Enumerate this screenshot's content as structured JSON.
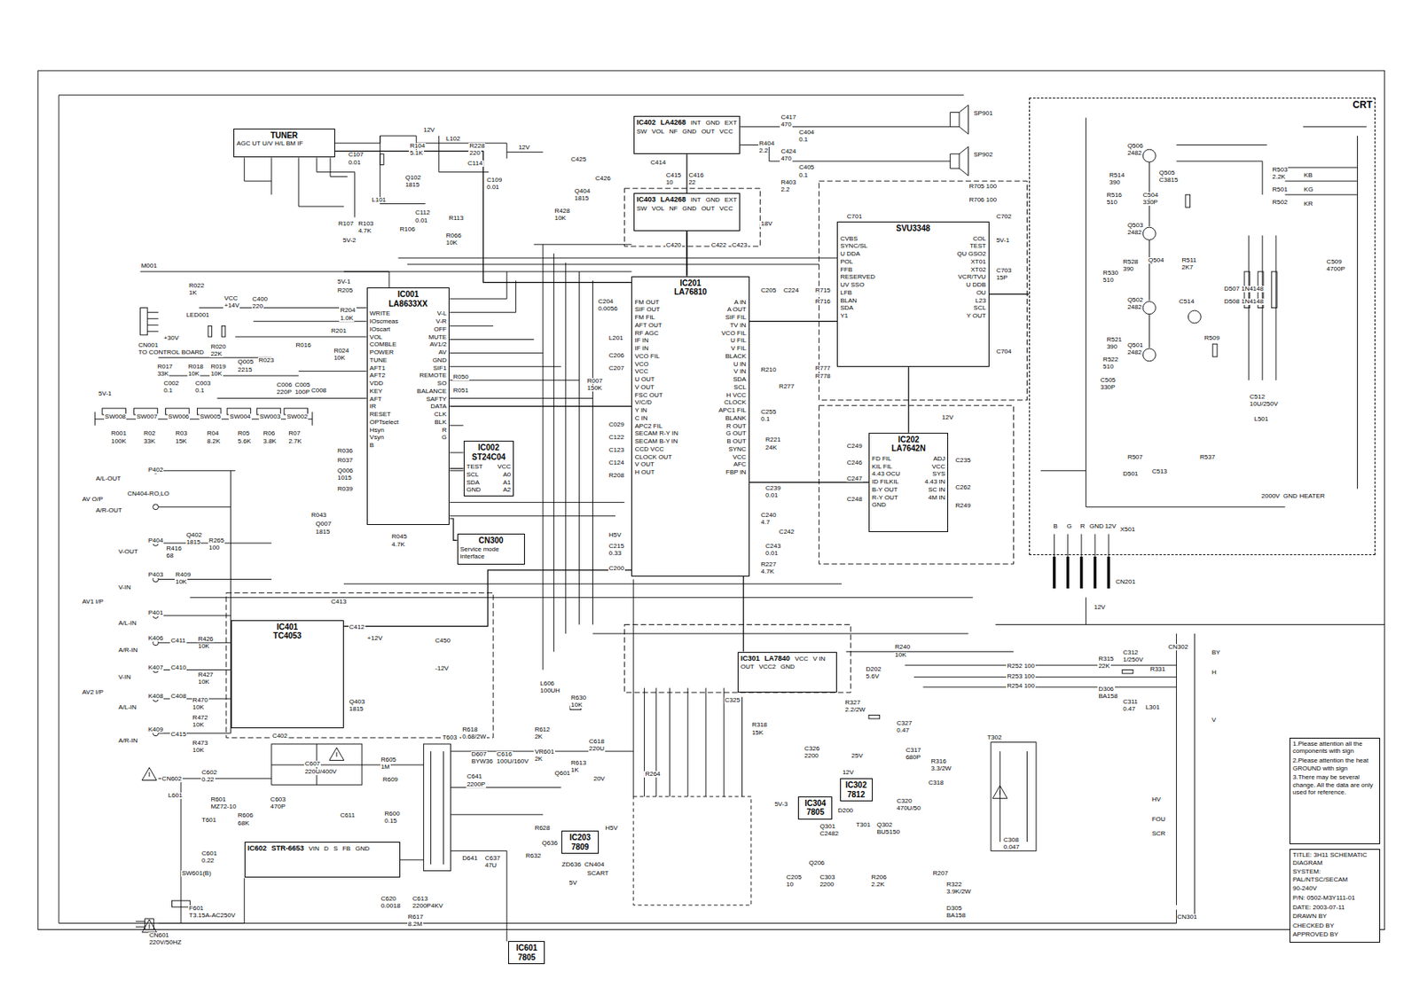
{
  "diagram": {
    "nodes": [
      {
        "text": [
          "TUNER",
          "AGC UT U/V H/L BM IF"
        ]
      },
      {
        "text": [
          "IC402",
          "LA4268",
          "INT",
          "GND",
          "EXT",
          "SW",
          "VOL",
          "NF",
          "GND",
          "OUT",
          "VCC"
        ]
      },
      {
        "text": [
          "IC403",
          "LA4268",
          "INT",
          "GND",
          "EXT",
          "SW",
          "VOL",
          "NF",
          "GND",
          "OUT",
          "VCC"
        ]
      },
      {
        "text": [
          "IC001",
          "LA8633XX",
          "WRITE",
          "V-L",
          "IOscmeas",
          "V-R",
          "IOscart",
          "OFF",
          "VOL",
          "MUTE",
          "COMBLE",
          "AV1/2",
          "POWER",
          "AV",
          "TUNE",
          "GND",
          "AFT1",
          "SIF1",
          "AFT2",
          "REMOTE",
          "VDD",
          "SO",
          "KEY",
          "BALANCE",
          "AFT",
          "SAFTY",
          "IR",
          "DATA",
          "RESET",
          "CLK",
          "OPTselect",
          "BLK",
          "Hsyn",
          "R",
          "Vsyn",
          "G",
          "B"
        ]
      },
      {
        "text": [
          "IC201",
          "LA76810",
          "FM OUT",
          "A IN",
          "SIF OUT",
          "A OUT",
          "FM FIL",
          "SIF FIL",
          "AFT OUT",
          "TV IN",
          "RF AGC",
          "VCO FIL",
          "IF IN",
          "U FIL",
          "IF IN",
          "V FIL",
          "VCO FIL",
          "BLACK",
          "VCO",
          "U IN",
          "VCC",
          "V IN",
          "U OUT",
          "SDA",
          "V OUT",
          "SCL",
          "FSC OUT",
          "H VCC",
          "V/C/D",
          "CLOCK",
          "Y IN",
          "APC1 FIL",
          "C IN",
          "BLANK",
          "APC2 FIL",
          "R OUT",
          "SECAM R-Y IN",
          "G OUT",
          "SECAM B-Y IN",
          "B OUT",
          "CCD VCC",
          "SYNC",
          "CLOCK OUT",
          "VCC",
          "V OUT",
          "AFC",
          "H OUT",
          "FBP IN"
        ]
      },
      {
        "text": [
          "SVU3348",
          "CVBS",
          "COL",
          "SYNC/SL",
          "TEST",
          "U DDA",
          "QU GSO2",
          "POL",
          "XT01",
          "FFB",
          "XT02",
          "RESERVED",
          "VCR/TVU",
          "UV SSO",
          "U DDB",
          "LFB",
          "OU",
          "BLAN",
          "L23",
          "SDA",
          "SCL",
          "Y1",
          "Y OUT"
        ]
      },
      {
        "text": [
          "IC202",
          "LA7642N",
          "FD FIL",
          "ADJ",
          "KIL FIL",
          "VCC",
          "4.43 OCU",
          "SYS",
          "ID FILKIL",
          "4.43 IN",
          "B-Y OUT",
          "SC IN",
          "R-Y OUT",
          "4M IN",
          "GND"
        ]
      },
      {
        "text": [
          "IC002",
          "ST24C04",
          "TEST",
          "VCC",
          "SCL",
          "A0",
          "SDA",
          "A1",
          "GND",
          "A2"
        ]
      },
      {
        "text": [
          "CN300",
          "Service mode interface"
        ]
      },
      {
        "text": [
          "CRT"
        ]
      },
      {
        "text": [
          "IC401",
          "TC4053"
        ]
      },
      {
        "text": [
          "IC301",
          "LA7840",
          "VCC",
          "V IN",
          "OUT",
          "VCC2",
          "GND"
        ]
      },
      {
        "text": [
          "IC203",
          "7809"
        ]
      },
      {
        "text": [
          "IC602",
          "STR-6653",
          "VIN",
          "D",
          "S",
          "FB",
          "GND"
        ]
      },
      {
        "text": [
          "IC302",
          "7812"
        ]
      },
      {
        "text": [
          "IC304",
          "7805"
        ]
      },
      {
        "text": [
          "IC601",
          "7805"
        ]
      },
      {
        "text": [
          "1.Please attention all the components with sign",
          "2.Please attention the heat GROUND with sign",
          "3.There may be several change. All the data are only used for reference."
        ]
      },
      {
        "text": [
          "TITLE: 3H11 SCHEMATIC DIAGRAM",
          "SYSTEM: PAL/NTSC/SECAM",
          "90-240V",
          "P/N: 0502-M3Y111-01",
          "DATE: 2003-07-11",
          "DRAWN BY",
          "CHECKED BY",
          "APPROVED BY"
        ]
      }
    ],
    "edges": [
      {
        "from": 0,
        "to": 4,
        "arrow": "none"
      },
      {
        "from": 3,
        "to": 4,
        "arrow": "none"
      },
      {
        "from": 3,
        "to": 7,
        "arrow": "none"
      },
      {
        "from": 4,
        "to": 6,
        "arrow": "none"
      },
      {
        "from": 4,
        "to": 5,
        "arrow": "none"
      },
      {
        "from": 4,
        "to": 1,
        "arrow": "none"
      },
      {
        "from": 4,
        "to": 2,
        "arrow": "none"
      },
      {
        "from": 10,
        "to": 4,
        "arrow": "none"
      },
      {
        "from": 4,
        "to": 11,
        "arrow": "none"
      },
      {
        "from": 5,
        "to": 9,
        "arrow": "none"
      },
      {
        "from": 3,
        "to": 8,
        "arrow": "none"
      },
      {
        "from": 6,
        "to": 5,
        "arrow": "none"
      }
    ],
    "labels": [
      "C107",
      "0.01",
      "R104",
      "5.1K",
      "L102",
      "R228",
      "220",
      "12V",
      "C114",
      "C109",
      "0.01",
      "Q102",
      "1815",
      "L101",
      "C112",
      "0.01",
      "R113",
      "R066",
      "10K",
      "R106",
      "R107",
      "R103",
      "4.7K",
      "5V-2",
      "12V",
      "M001",
      "VCC",
      "+14V",
      "LED001",
      "C400",
      "220",
      "R022",
      "1K",
      "CN001",
      "TO CONTROL BOARD",
      "+30V",
      "R020",
      "22K",
      "R017",
      "33K",
      "R018",
      "10K",
      "R019",
      "10K",
      "Q005",
      "2215",
      "R023",
      "C002",
      "0.1",
      "C003",
      "0.1",
      "C006",
      "220P",
      "C005",
      "100P",
      "5V-1",
      "SW008",
      "SW007",
      "SW006",
      "SW005",
      "SW004",
      "SW003",
      "SW002",
      "R001",
      "100K",
      "R02",
      "33K",
      "R03",
      "15K",
      "R04",
      "8.2K",
      "R05",
      "5.6K",
      "R06",
      "3.8K",
      "R07",
      "2.7K",
      "P402",
      "A/L-OUT",
      "AV O/P",
      "CN404-RO,LO",
      "A/R-OUT",
      "P404",
      "V-OUT",
      "R416",
      "68",
      "Q402",
      "1815",
      "R265",
      "100",
      "P403",
      "V-IN",
      "AV1 I/P",
      "P401",
      "A/L-IN",
      "K406",
      "A/R-IN",
      "K407",
      "V-IN",
      "AV2 I/P",
      "K408",
      "A/L-IN",
      "K409",
      "A/R-IN",
      "R409",
      "10K",
      "C411",
      "C410",
      "C408",
      "C415",
      "R426",
      "10K",
      "R427",
      "10K",
      "R470",
      "10K",
      "R472",
      "10K",
      "R473",
      "10K",
      "5V-1",
      "R205",
      "R204",
      "1.0K",
      "R201",
      "R024",
      "10K",
      "R016",
      "C008",
      "R036",
      "R037",
      "R043",
      "Q007",
      "1815",
      "R045",
      "4.7K",
      "R050",
      "R051",
      "Q006",
      "1015",
      "R039",
      "C413",
      "C412",
      "C402",
      "Q403",
      "1815",
      "+12V",
      "C450",
      "-12V",
      "L606",
      "100UH",
      "R630",
      "10K",
      "L601",
      "CN602",
      "C602",
      "0.22",
      "R601",
      "MZ72-10",
      "T601",
      "C601",
      "0.22",
      "SW601(B)",
      "F601",
      "T3.15A-AC250V",
      "CN601",
      "220V/50HZ",
      "R606",
      "68K",
      "C603",
      "470P",
      "C607",
      "220U/400V",
      "R605",
      "1M",
      "R609",
      "R600",
      "0.15",
      "C611",
      "C620",
      "0.0018",
      "C613",
      "2200P4KV",
      "R617",
      "8.2M",
      "T603",
      "R618",
      "0.68/2W",
      "D607",
      "BYW36",
      "C616",
      "100U/160V",
      "C641",
      "2200P",
      "R612",
      "2K",
      "VR601",
      "2K",
      "Q601",
      "R613",
      "1K",
      "C618",
      "220U",
      "20V",
      "H5V",
      "R628",
      "C637",
      "47U",
      "D641",
      "R632",
      "Q636",
      "ZD636",
      "CN404",
      "SCART",
      "5V",
      "R264",
      "C205",
      "10",
      "Q206",
      "Q301",
      "C2482",
      "C303",
      "2200",
      "T301",
      "Q302",
      "BU5150",
      "R206",
      "2.2K",
      "R207",
      "R322",
      "3.9K/2W",
      "D305",
      "BA158",
      "C308",
      "0.047",
      "T302",
      "C317",
      "680P",
      "R316",
      "3.3/2W",
      "C320",
      "470U/50",
      "C318",
      "12V",
      "25V",
      "5V-3",
      "D200",
      "R240",
      "10K",
      "D202",
      "5.6V",
      "C327",
      "0.47",
      "R327",
      "2.2/2W",
      "C326",
      "2200",
      "R318",
      "15K",
      "C325",
      "R252 100",
      "R253 100",
      "R254 100",
      "R315",
      "22K",
      "C312",
      "1/250V",
      "D306",
      "BA158",
      "C311",
      "0.47",
      "L301",
      "R331",
      "CN302",
      "BY",
      "H",
      "V",
      "HV",
      "FOU",
      "SCR",
      "CN301",
      "CN201",
      "12V",
      "X501",
      "B",
      "G",
      "R",
      "GND",
      "12V",
      "Q506",
      "2482",
      "R514",
      "390",
      "R516",
      "510",
      "Q505",
      "C3815",
      "C504",
      "330P",
      "R503",
      "2.2K",
      "R501",
      "R502",
      "KB",
      "KG",
      "KR",
      "C509",
      "4700P",
      "Q503",
      "2482",
      "R530",
      "510",
      "R528",
      "390",
      "Q504",
      "Q502",
      "2482",
      "Q501",
      "2482",
      "R521",
      "390",
      "R522",
      "510",
      "C505",
      "330P",
      "R511",
      "2K7",
      "C514",
      "R509",
      "D507 1N4148",
      "D508 1N4148",
      "C512",
      "10U/250V",
      "L501",
      "R507",
      "D501",
      "C513",
      "R537",
      "2000V",
      "GND",
      "HEATER",
      "SP901",
      "SP902",
      "C417",
      "470",
      "C404",
      "0.1",
      "R404",
      "2.2",
      "C424",
      "470",
      "C405",
      "0.1",
      "R403",
      "2.2",
      "C425",
      "C426",
      "Q404",
      "1815",
      "R428",
      "10K",
      "C414",
      "C415",
      "10",
      "C416",
      "22",
      "18V",
      "C420",
      "C422",
      "C423",
      "R705 100",
      "R706 100",
      "C701",
      "C702",
      "C703",
      "15P",
      "C704",
      "5V-1",
      "R715",
      "R716",
      "R777",
      "R778",
      "C204",
      "0.0056",
      "L201",
      "C206",
      "C207",
      "R007",
      "150K",
      "C205",
      "C224",
      "R210",
      "R277",
      "C255",
      "0.1",
      "R221",
      "24K",
      "C029",
      "C122",
      "C123",
      "C124",
      "R208",
      "C239",
      "0.01",
      "C240",
      "4.7",
      "C242",
      "C243",
      "0.01",
      "R227",
      "4.7K",
      "H5V",
      "C215",
      "0.33",
      "C200",
      "12V",
      "C249",
      "C246",
      "C247",
      "C248",
      "C235",
      "C262",
      "R249"
    ]
  }
}
